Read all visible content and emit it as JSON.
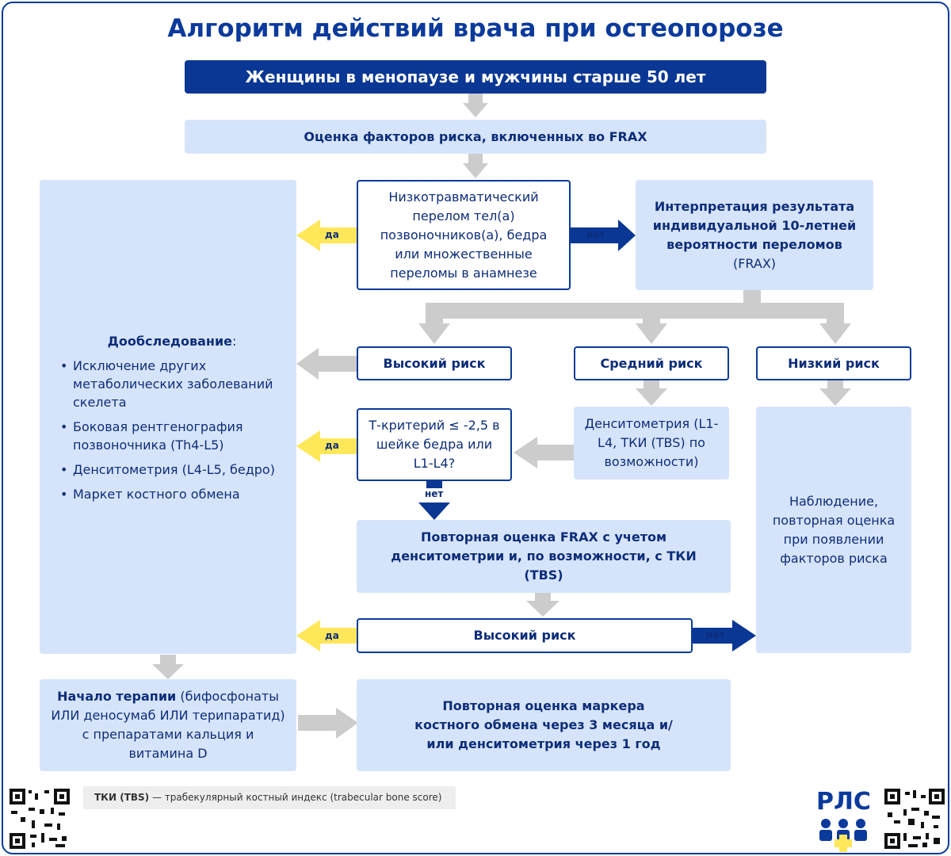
{
  "title": "Алгоритм действий врача при остеопорозе",
  "start": "Женщины в менопаузе и мужчины старше 50 лет",
  "risk_factors": "Оценка факторов риска, включенных во FRAX",
  "fracture_question": "Низкотравматический перелом тел(а) позвоночников(а), бедра или множественные переломы в анамнезе",
  "frax_interpretation": "Интерпретация результата индивидуальной 10-летней вероятности переломов",
  "frax_interpretation_suffix": "(FRAX)",
  "additional_exam": {
    "heading": "Дообследование",
    "heading_suffix": ":",
    "items": [
      "Исключение других метаболических заболеваний скелета",
      "Боковая рентгенография позвоночника (Th4-L5)",
      "Денситометрия (L4-L5, бедро)",
      "Маркет костного обмена"
    ]
  },
  "risk_high": "Высокий риск",
  "risk_medium": "Средний риск",
  "risk_low": "Низкий риск",
  "tscore_question": "Т-критерий ≤ -2,5 в шейке бедра или L1-L4?",
  "densitometry": "Денситометрия (L1-L4, ТКИ (TBS) по возможности)",
  "observation": "Наблюдение, повторная оценка при появлении факторов риска",
  "reassess_frax": "Повторная оценка FRAX с учетом денситометрии и, по возможности, с ТКИ (TBS)",
  "high_risk_final": "Высокий риск",
  "therapy_bold": "Начало терапии",
  "therapy_rest": "(бифосфонаты ИЛИ деносумаб ИЛИ терипаратид) с препаратами кальция и витамина D",
  "reassess_marker": "Повторная оценка маркера костного обмена через 3 месяца и/или денситометрия через 1 год",
  "labels": {
    "yes": "да",
    "no": "нет"
  },
  "footnote_bold": "ТКИ (TBS)",
  "footnote_rest": "— трабекулярный костный индекс (trabecular bone score)",
  "logo": "РЛС",
  "colors": {
    "dark_blue": "#0a3794",
    "light_blue": "#d6e4fb",
    "gray_arrow": "#cccccc",
    "yellow_arrow": "#ffe75a"
  }
}
